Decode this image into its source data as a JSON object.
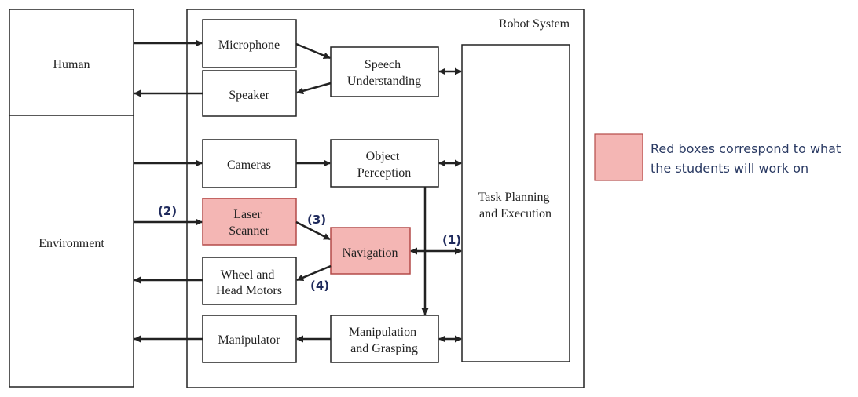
{
  "diagram": {
    "robot_system_title": "Robot System",
    "colors": {
      "highlight_fill": "#f4b6b4",
      "highlight_stroke": "#b44a48",
      "line": "#222222",
      "step_label": "#1f2a5c",
      "legend_text": "#2a3a63"
    },
    "nodes": {
      "human": "Human",
      "environment": "Environment",
      "microphone": "Microphone",
      "speaker": "Speaker",
      "cameras": "Cameras",
      "laser_scanner": [
        "Laser",
        "Scanner"
      ],
      "wheel_head_motors": [
        "Wheel and",
        "Head Motors"
      ],
      "manipulator": "Manipulator",
      "speech_understanding": [
        "Speech",
        "Understanding"
      ],
      "object_perception": [
        "Object",
        "Perception"
      ],
      "navigation": "Navigation",
      "manipulation_grasping": [
        "Manipulation",
        "and Grasping"
      ],
      "task_planning": [
        "Task Planning",
        "and Execution"
      ]
    },
    "step_labels": {
      "step1": "(1)",
      "step2": "(2)",
      "step3": "(3)",
      "step4": "(4)"
    }
  },
  "legend": {
    "text_line1": "Red boxes correspond to what",
    "text_line2": "the students will work on"
  }
}
